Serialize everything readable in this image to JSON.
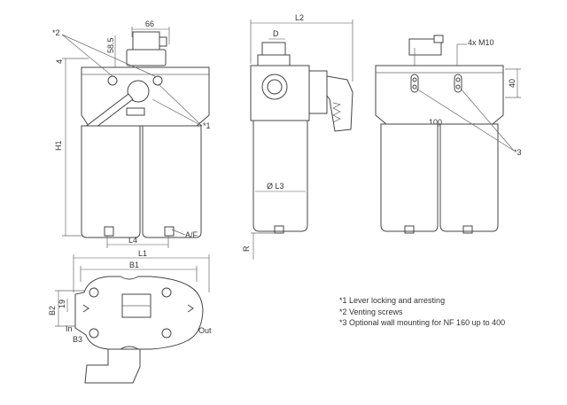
{
  "dims": {
    "d66": "66",
    "d585": "58.5",
    "d4": "4",
    "h1": "H1",
    "l4": "L4",
    "af": "A/F",
    "l2": "L2",
    "d": "D",
    "l3": "Ø L3",
    "r": "R",
    "m10": "4x M10",
    "d40": "40",
    "d100": "100",
    "l1": "L1",
    "b1": "B1",
    "b2": "B2",
    "d19": "19",
    "b3": "B3",
    "in": "In",
    "out": "Out"
  },
  "callouts": {
    "c1": "*1",
    "c2": "*2",
    "c3": "*3"
  },
  "notes": [
    "*1 Lever locking and arresting",
    "*2 Venting screws",
    "*3 Optional wall mounting for NF 160 up to 400"
  ]
}
